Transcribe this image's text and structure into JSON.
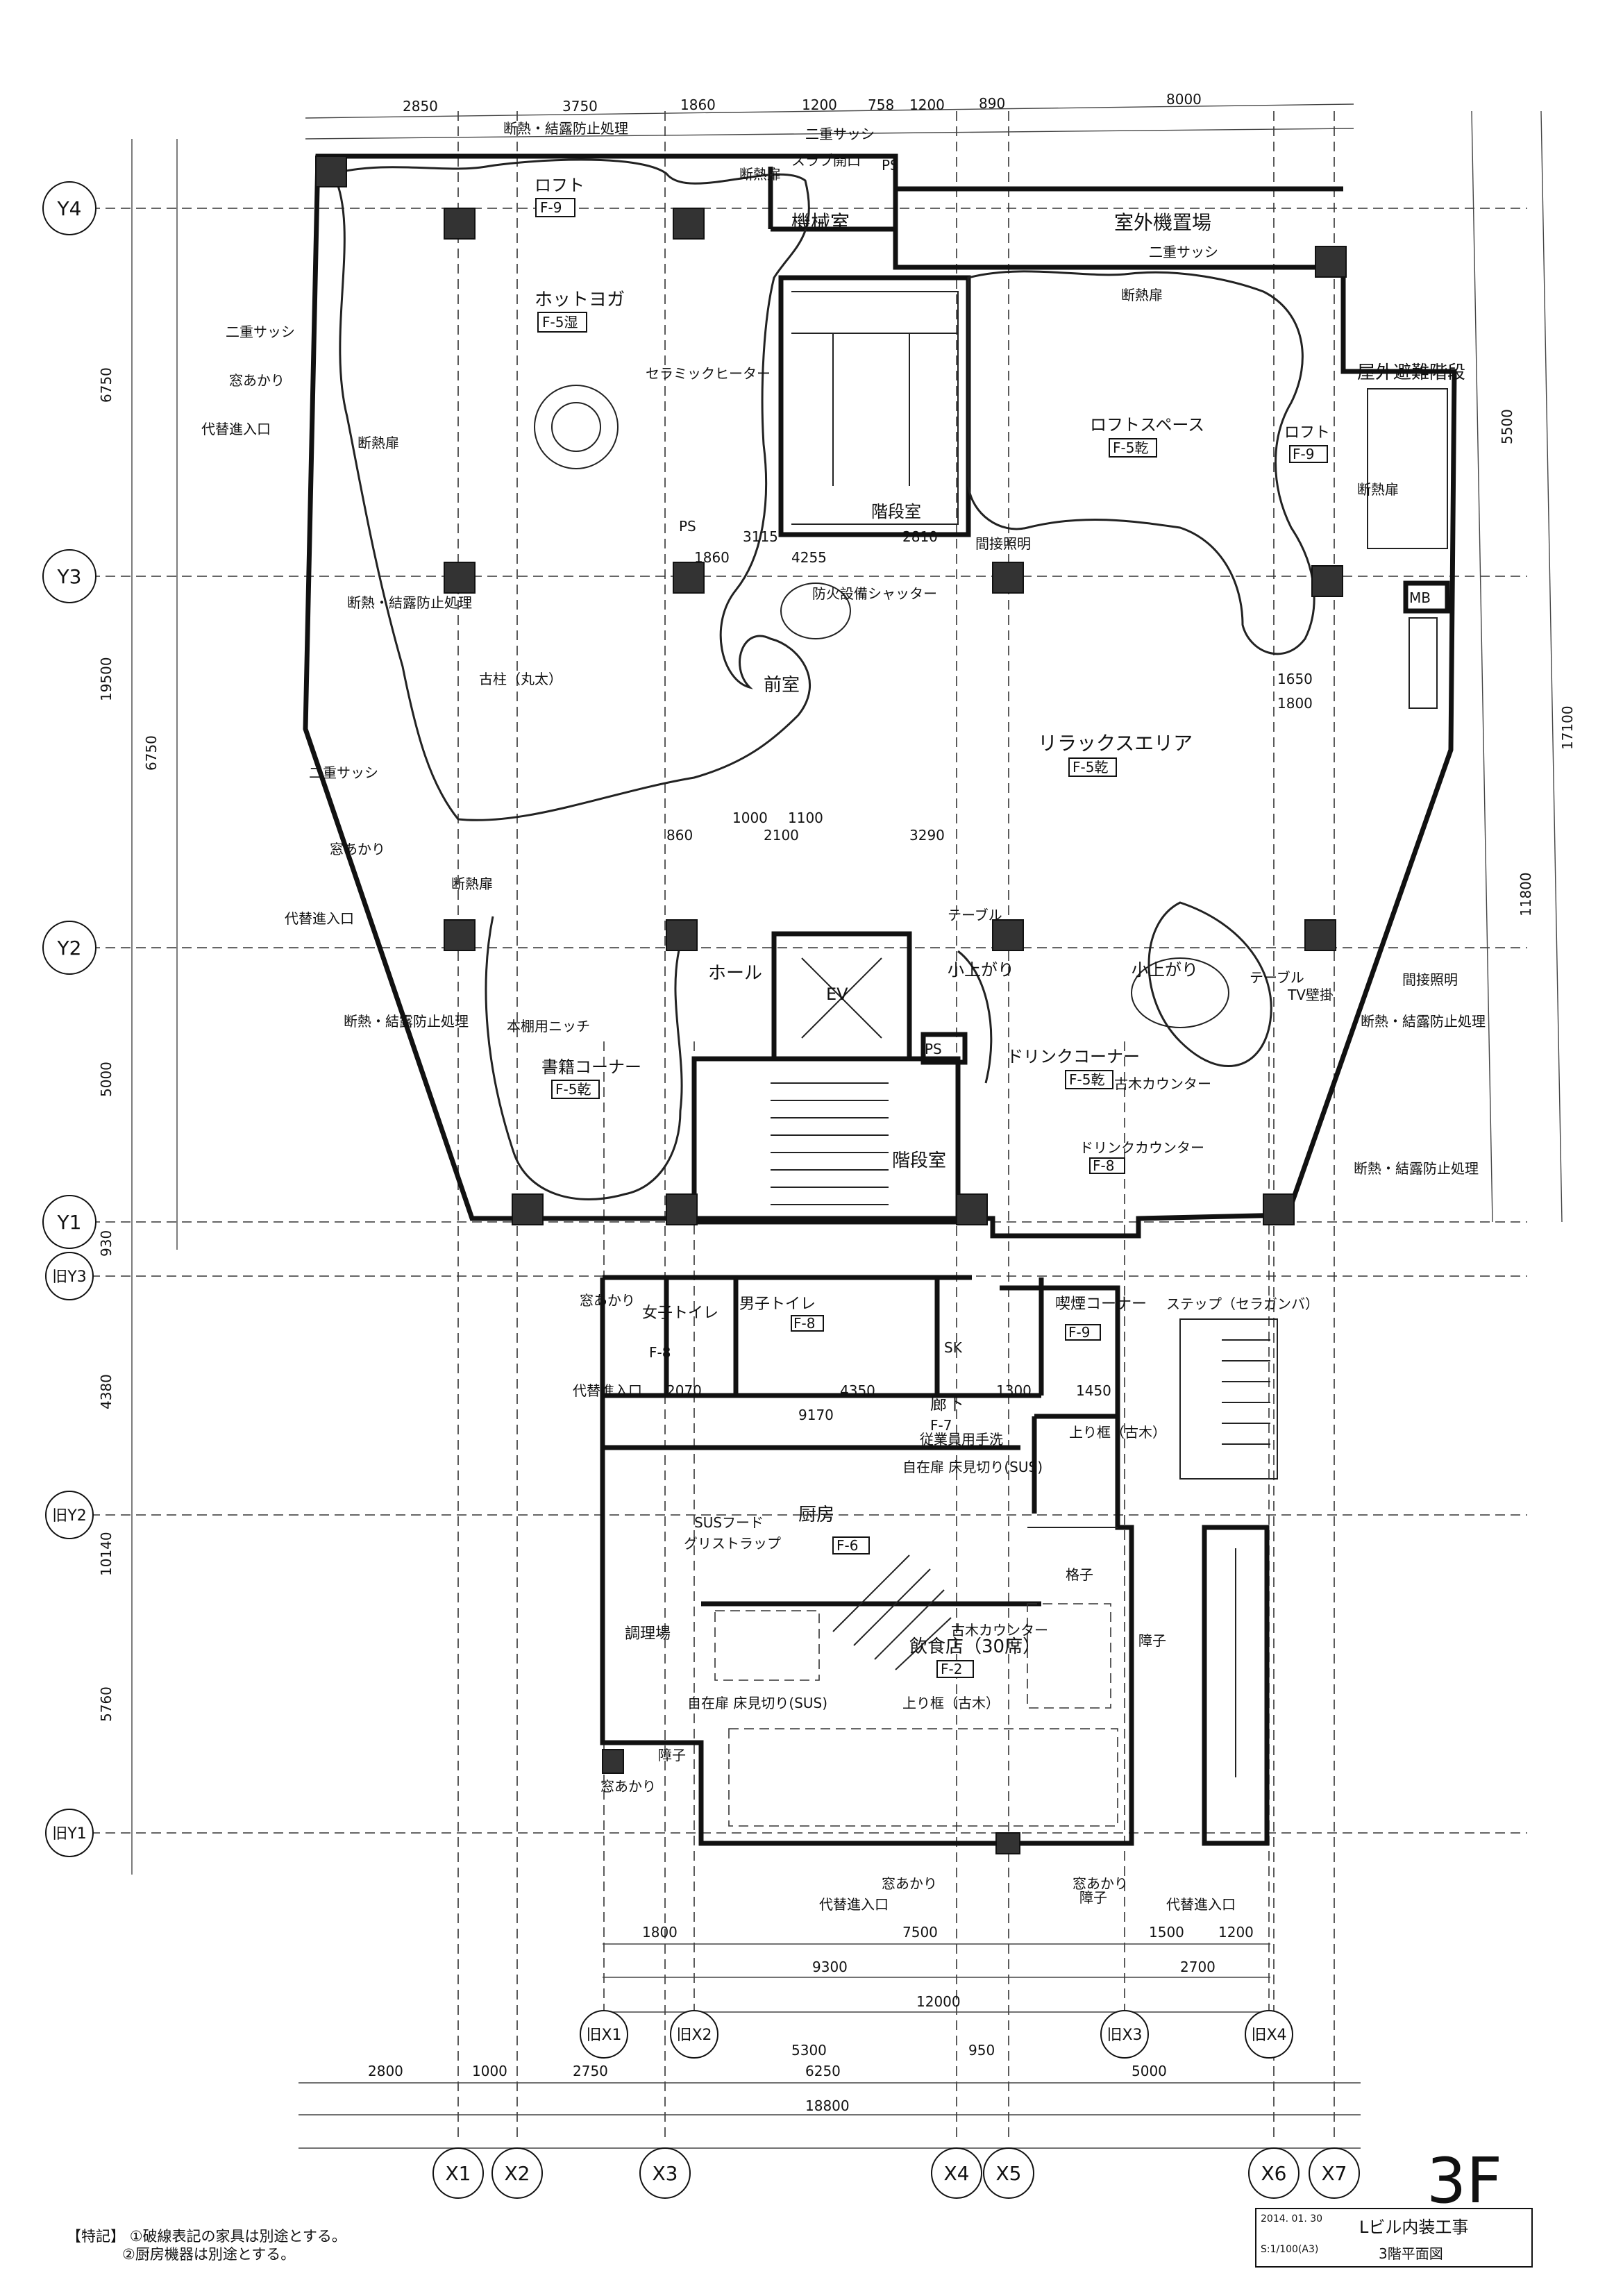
{
  "sheet": {
    "floor_tag": "3F",
    "notes": {
      "heading": "【特記】",
      "items": [
        "①破線表記の家具は別途とする。",
        "②厨房機器は別途とする。"
      ]
    },
    "title_block": {
      "project": "Lビル内装工事",
      "drawing": "3階平面図",
      "date": "2014. 01. 30",
      "scale": "S:1/100(A3)"
    }
  },
  "grid": {
    "top": [
      "X1",
      "X2",
      "X3",
      "X4",
      "X5",
      "X6",
      "X7"
    ],
    "old_x": [
      "旧X1",
      "旧X2",
      "旧X3",
      "旧X4"
    ],
    "left": [
      "Y4",
      "Y3",
      "Y2",
      "Y1",
      "旧Y3",
      "旧Y2",
      "旧Y1"
    ]
  },
  "rooms": [
    {
      "name": "ロフト",
      "code": "F-9"
    },
    {
      "name": "ホットヨガ",
      "code": "F-5湿"
    },
    {
      "name": "機械室"
    },
    {
      "name": "室外機置場"
    },
    {
      "name": "屋外避難階段"
    },
    {
      "name": "ロフトスペース",
      "code": "F-5乾"
    },
    {
      "name": "ロフト",
      "code": "F-9"
    },
    {
      "name": "階段室"
    },
    {
      "name": "前室"
    },
    {
      "name": "リラックスエリア",
      "code": "F-5乾"
    },
    {
      "name": "ホール"
    },
    {
      "name": "EV"
    },
    {
      "name": "書籍コーナー",
      "code": "F-5乾"
    },
    {
      "name": "小上がり"
    },
    {
      "name": "小上がり"
    },
    {
      "name": "ドリンクコーナー",
      "code": "F-5乾"
    },
    {
      "name": "ドリンクカウンター",
      "code": "F-8"
    },
    {
      "name": "階段室"
    },
    {
      "name": "女子トイレ",
      "code": "F-8"
    },
    {
      "name": "男子トイレ",
      "code": "F-8"
    },
    {
      "name": "喫煙コーナー",
      "code": "F-9"
    },
    {
      "name": "廊下",
      "code": "F-7"
    },
    {
      "name": "厨房",
      "code": "F-6"
    },
    {
      "name": "飲食店（30席）",
      "code": "F-2"
    },
    {
      "name": "調理場"
    }
  ],
  "labels": {
    "dan_netsu": "断熱・結露防止処理",
    "niju_sash": "二重サッシ",
    "mado_akari": "窓あかり",
    "daitai": "代替進入口",
    "dannetsu_tobira": "断熱扉",
    "ceramic": "セラミックヒーター",
    "kan_shoumei": "間接照明",
    "bouka_shutter": "防火設備シャッター",
    "koubashira": "古柱（丸太）",
    "hondana": "本棚用ニッチ",
    "table": "テーブル",
    "tv": "TV壁掛",
    "furuki_counter": "古木カウンター",
    "sus_hood": "SUSフード",
    "grease": "グリストラップ",
    "jizai": "自在扉 床見切り(SUS)",
    "agarigamachi": "上り框（古木）",
    "shoji": "障子",
    "koshi": "格子",
    "step": "ステップ（セラガンバ）",
    "slab": "スラブ開口",
    "ps": "PS",
    "mb": "MB",
    "sk": "SK",
    "jyugyouin": "従業員用手洗"
  },
  "dims": {
    "top": [
      "2850",
      "3750",
      "1860",
      "1200",
      "758",
      "1200",
      "890",
      "8000"
    ],
    "right": [
      "5500",
      "17100",
      "11800"
    ],
    "left_main": [
      "6750",
      "19500",
      "6750",
      "5000",
      "930",
      "4380",
      "10140",
      "5760"
    ],
    "bottom_1": [
      "1800",
      "7500",
      "1500",
      "1200"
    ],
    "bottom_2": [
      "9300",
      "2700"
    ],
    "bottom_3": [
      "12000"
    ],
    "bottom_4": [
      "2800",
      "1000",
      "2750",
      "5300",
      "950",
      "5000"
    ],
    "bottom_5": [
      "6250"
    ],
    "bottom_6": [
      "18800"
    ],
    "inner": [
      "1860",
      "3115",
      "2810",
      "4255",
      "1000",
      "1100",
      "860",
      "2100",
      "3290",
      "9170",
      "2070",
      "4350",
      "1300",
      "1450",
      "1650",
      "1800"
    ]
  }
}
